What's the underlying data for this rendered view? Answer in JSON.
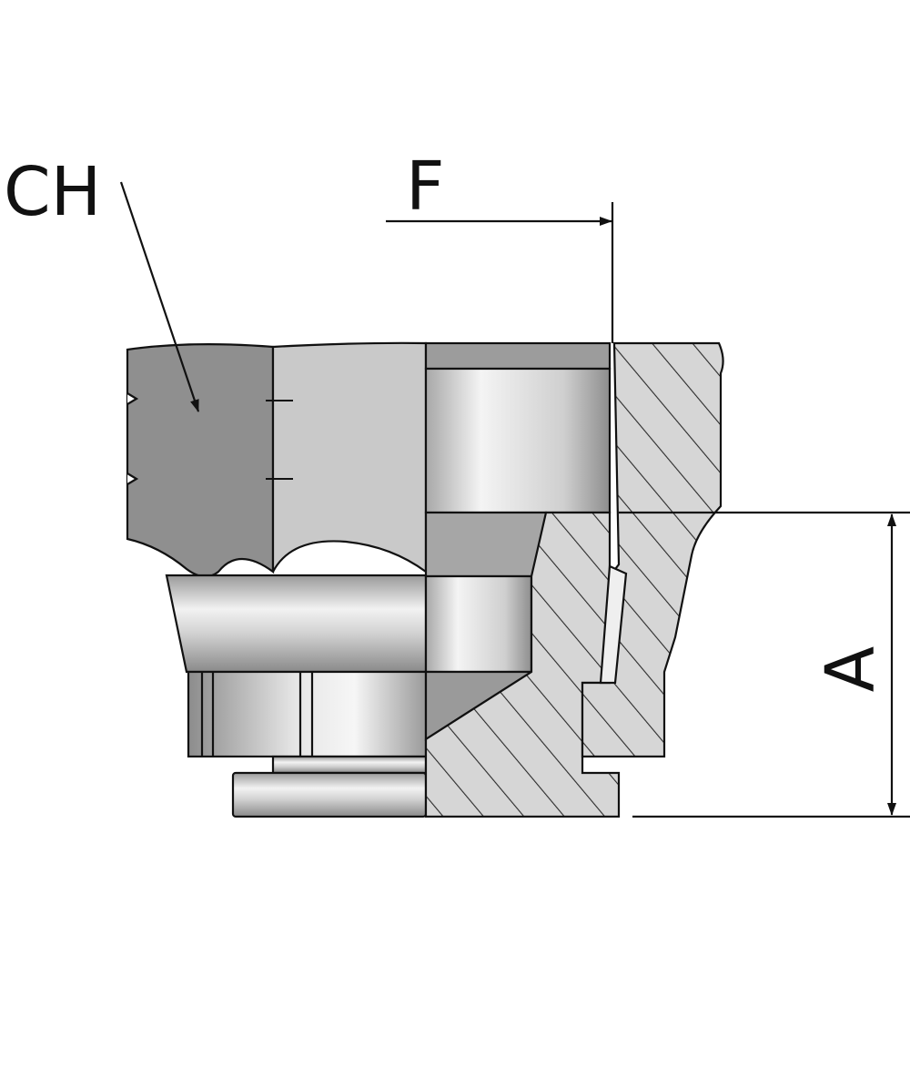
{
  "labels": {
    "hex_label": "CH",
    "face_dim_label": "F",
    "height_dim_label": "A"
  },
  "colors": {
    "line": "#111111",
    "hex_dark": "#8e8e8e",
    "hex_light": "#c8c8c8",
    "section_fill": "#d4d4d4",
    "hatch": "#2a2a2a"
  }
}
